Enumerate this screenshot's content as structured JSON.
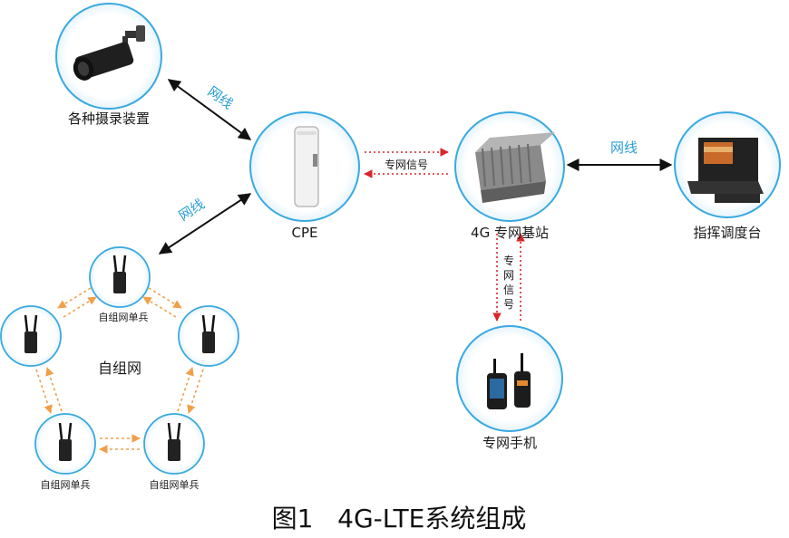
{
  "nodes": {
    "camera": "各种摄录装置",
    "cpe": "CPE",
    "base_station": "4G 专网基站",
    "dispatch": "指挥调度台",
    "phone": "专网手机",
    "soldier_top": "自组网单兵",
    "soldier_bl": "自组网单兵",
    "soldier_br": "自组网单兵"
  },
  "mesh_label": "自组网",
  "links": {
    "cable_camera": "网线",
    "cable_mesh": "网线",
    "cable_dispatch": "网线",
    "signal_cpe": "专网信号",
    "signal_phone": [
      "专",
      "网",
      "信",
      "号"
    ]
  },
  "caption": "图1   4G-LTE系统组成",
  "colors": {
    "circle_stroke": "#3aa9e0",
    "cable_text": "#2a9fd6",
    "signal_arrow": "#d9262b",
    "mesh_arrow": "#f0a04b"
  }
}
